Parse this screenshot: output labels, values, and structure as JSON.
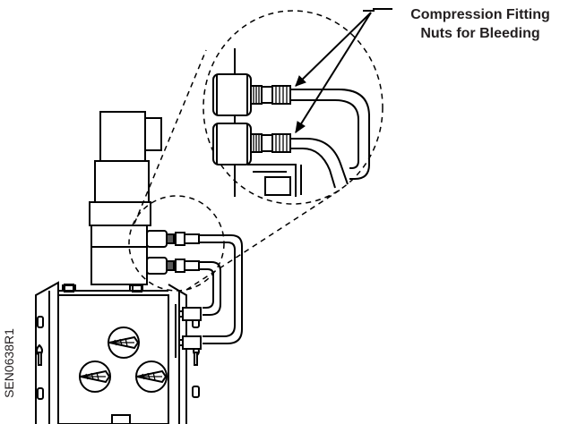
{
  "callout": {
    "line1": "Compression Fitting",
    "line2": "Nuts for Bleeding"
  },
  "figure_code": "SEN0638R1",
  "colors": {
    "ink": "#231f20",
    "background": "#ffffff"
  }
}
